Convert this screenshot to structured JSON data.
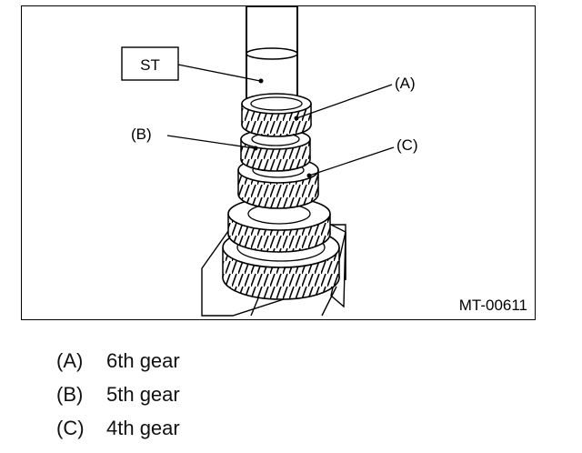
{
  "figure": {
    "tool_label": "ST",
    "callouts": {
      "a": "(A)",
      "b": "(B)",
      "c": "(C)"
    },
    "figure_code": "MT-00611"
  },
  "legend": [
    {
      "key": "(A)",
      "text": "6th gear"
    },
    {
      "key": "(B)",
      "text": "5th gear"
    },
    {
      "key": "(C)",
      "text": "4th gear"
    }
  ]
}
